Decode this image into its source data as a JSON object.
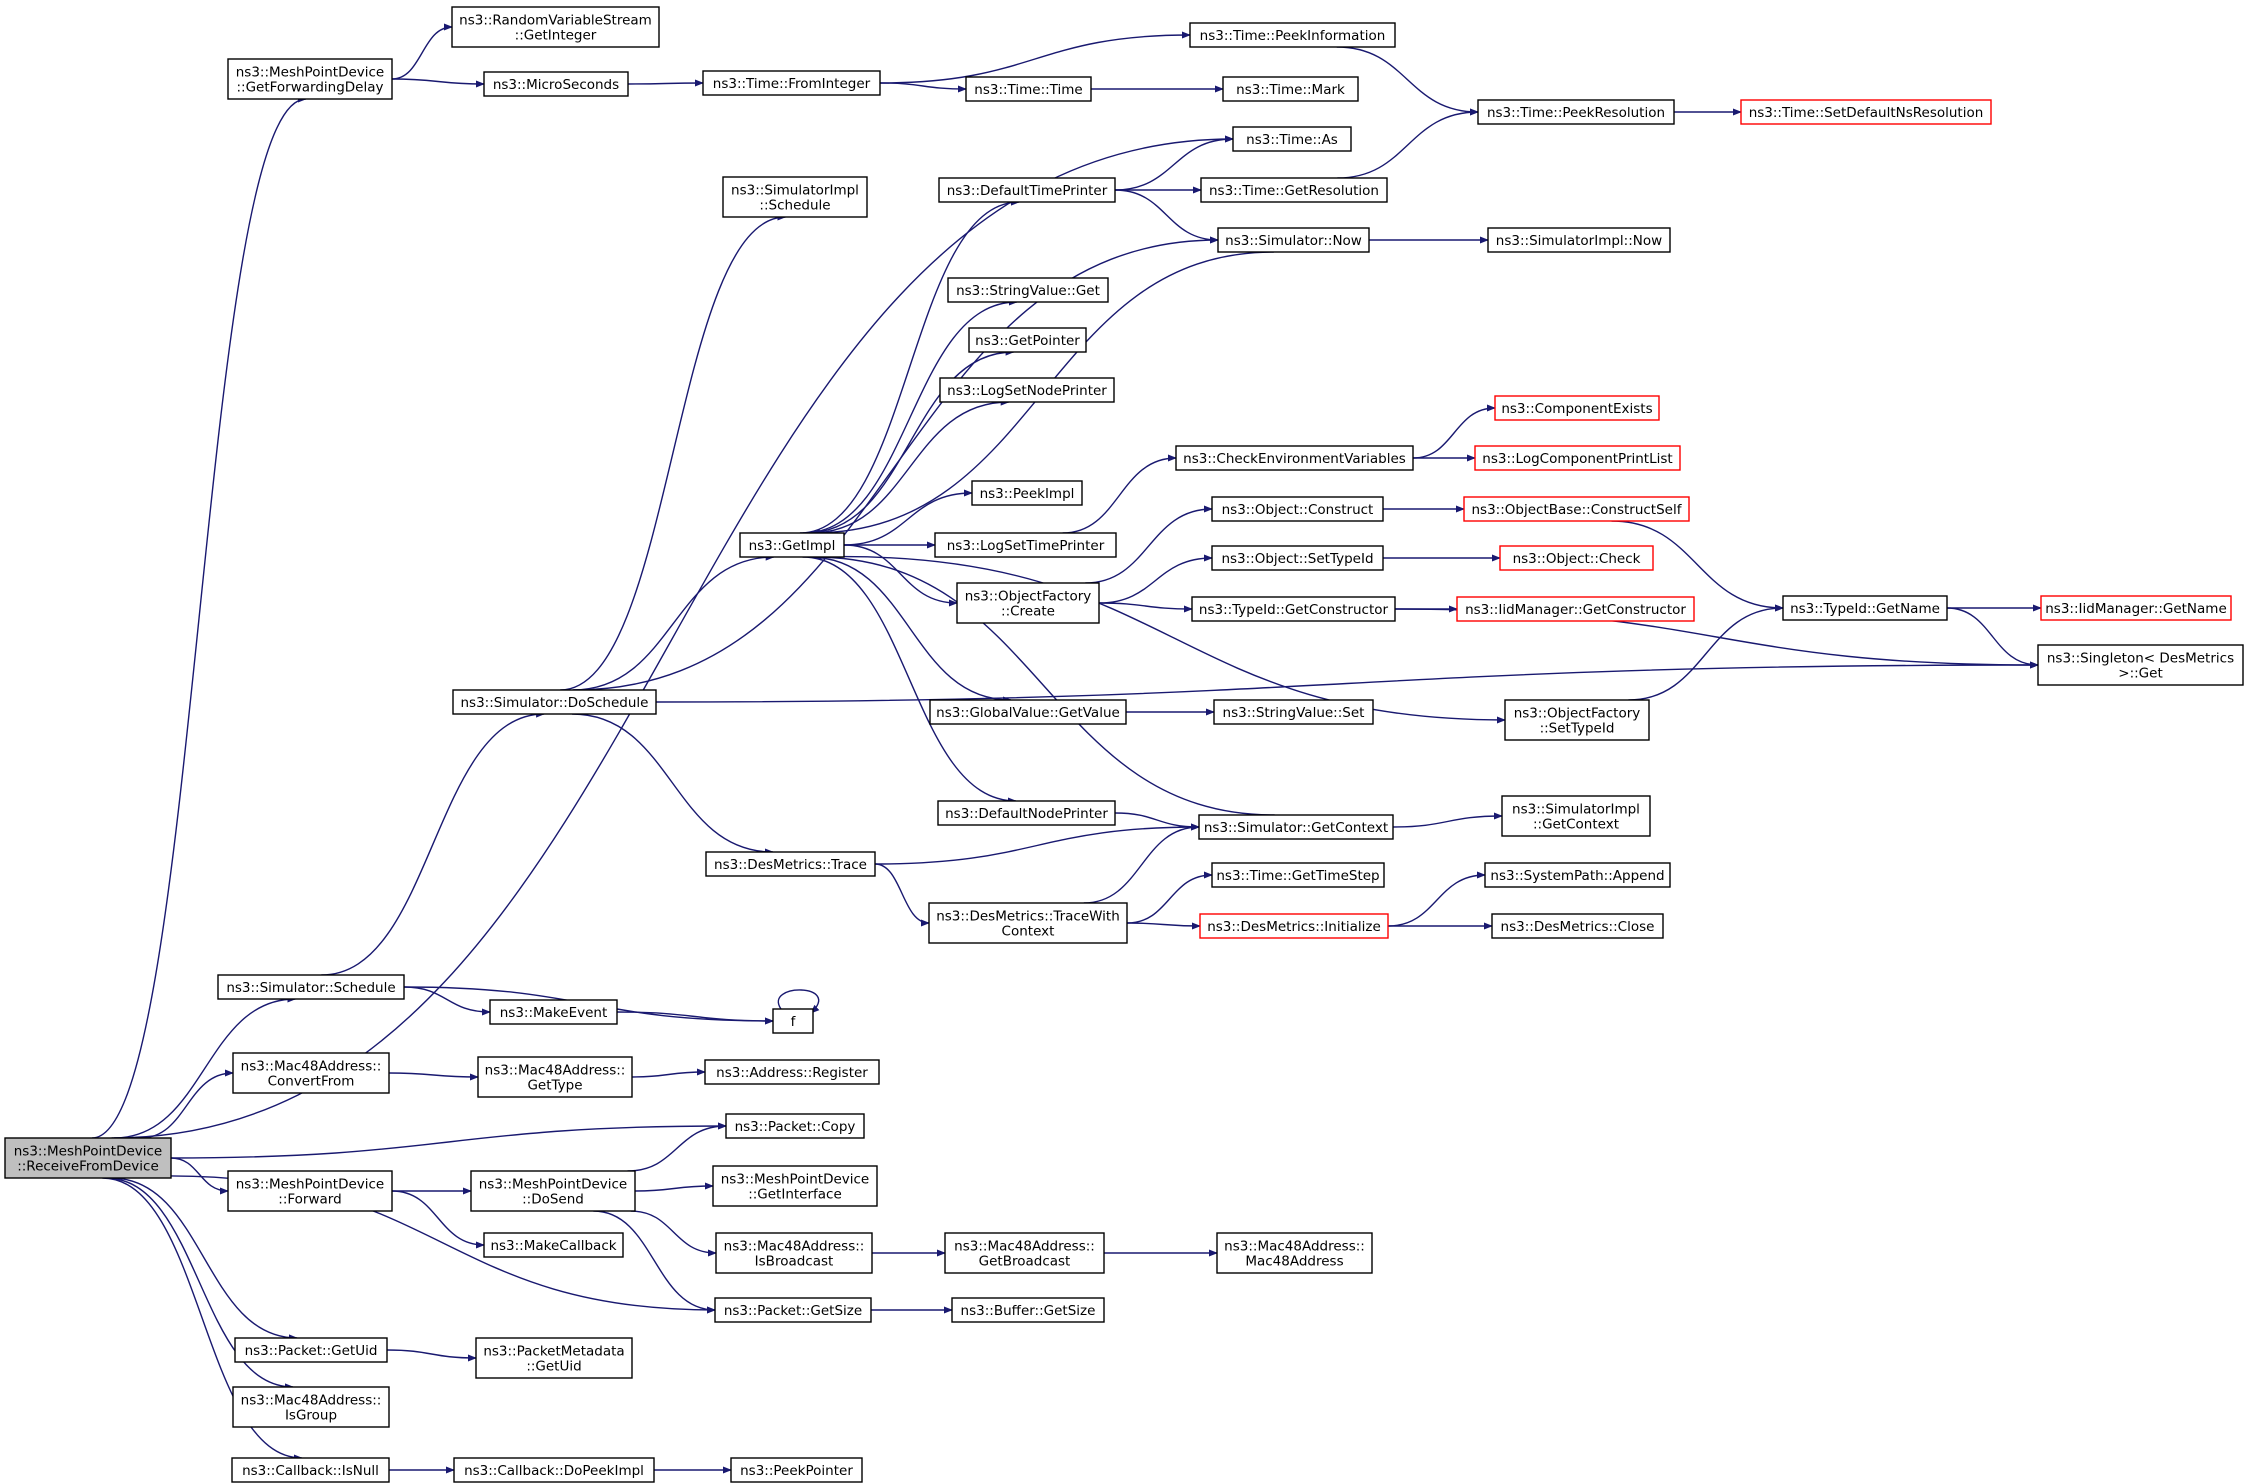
{
  "colors": {
    "edge": "#191970",
    "node_border": "#000000",
    "truncated_border": "#ff0000",
    "root_fill": "#bfbfbf",
    "background": "#ffffff"
  },
  "nodes": [
    {
      "id": "root",
      "label": [
        "ns3::MeshPointDevice",
        "::ReceiveFromDevice"
      ],
      "style": "root"
    },
    {
      "id": "getfwd",
      "label": [
        "ns3::MeshPointDevice",
        "::GetForwardingDelay"
      ]
    },
    {
      "id": "rvsgetint",
      "label": [
        "ns3::RandomVariableStream",
        "::GetInteger"
      ]
    },
    {
      "id": "micro",
      "label": [
        "ns3::MicroSeconds"
      ]
    },
    {
      "id": "frominteger",
      "label": [
        "ns3::Time::FromInteger"
      ]
    },
    {
      "id": "peekinfo",
      "label": [
        "ns3::Time::PeekInformation"
      ]
    },
    {
      "id": "timetime",
      "label": [
        "ns3::Time::Time"
      ]
    },
    {
      "id": "mark",
      "label": [
        "ns3::Time::Mark"
      ]
    },
    {
      "id": "peekres",
      "label": [
        "ns3::Time::PeekResolution"
      ]
    },
    {
      "id": "setdefres",
      "label": [
        "ns3::Time::SetDefaultNsResolution"
      ],
      "style": "red"
    },
    {
      "id": "timeas",
      "label": [
        "ns3::Time::As"
      ]
    },
    {
      "id": "simimplsched",
      "label": [
        "ns3::SimulatorImpl",
        "::Schedule"
      ]
    },
    {
      "id": "deftimeprinter",
      "label": [
        "ns3::DefaultTimePrinter"
      ]
    },
    {
      "id": "getres",
      "label": [
        "ns3::Time::GetResolution"
      ]
    },
    {
      "id": "simnow",
      "label": [
        "ns3::Simulator::Now"
      ]
    },
    {
      "id": "simimplnow",
      "label": [
        "ns3::SimulatorImpl::Now"
      ]
    },
    {
      "id": "strvalget",
      "label": [
        "ns3::StringValue::Get"
      ]
    },
    {
      "id": "getpointer",
      "label": [
        "ns3::GetPointer"
      ]
    },
    {
      "id": "logsetnode",
      "label": [
        "ns3::LogSetNodePrinter"
      ]
    },
    {
      "id": "compexists",
      "label": [
        "ns3::ComponentExists"
      ],
      "style": "red"
    },
    {
      "id": "checkenv",
      "label": [
        "ns3::CheckEnvironmentVariables"
      ]
    },
    {
      "id": "logcompprint",
      "label": [
        "ns3::LogComponentPrintList"
      ],
      "style": "red"
    },
    {
      "id": "peekimpl",
      "label": [
        "ns3::PeekImpl"
      ]
    },
    {
      "id": "objconstruct",
      "label": [
        "ns3::Object::Construct"
      ]
    },
    {
      "id": "objbaseconstruct",
      "label": [
        "ns3::ObjectBase::ConstructSelf"
      ],
      "style": "red"
    },
    {
      "id": "getimpl",
      "label": [
        "ns3::GetImpl"
      ]
    },
    {
      "id": "logsettime",
      "label": [
        "ns3::LogSetTimePrinter"
      ]
    },
    {
      "id": "objsettypeid",
      "label": [
        "ns3::Object::SetTypeId"
      ]
    },
    {
      "id": "objcheck",
      "label": [
        "ns3::Object::Check"
      ],
      "style": "red"
    },
    {
      "id": "objfactcreate",
      "label": [
        "ns3::ObjectFactory",
        "::Create"
      ]
    },
    {
      "id": "typeidgetctor",
      "label": [
        "ns3::TypeId::GetConstructor"
      ]
    },
    {
      "id": "iidgetctor",
      "label": [
        "ns3::IidManager::GetConstructor"
      ],
      "style": "red"
    },
    {
      "id": "typeidgetname",
      "label": [
        "ns3::TypeId::GetName"
      ]
    },
    {
      "id": "iidgetname",
      "label": [
        "ns3::IidManager::GetName"
      ],
      "style": "red"
    },
    {
      "id": "singleton",
      "label": [
        "ns3::Singleton< DesMetrics",
        " >::Get"
      ]
    },
    {
      "id": "dosched",
      "label": [
        "ns3::Simulator::DoSchedule"
      ]
    },
    {
      "id": "globalget",
      "label": [
        "ns3::GlobalValue::GetValue"
      ]
    },
    {
      "id": "strvalset",
      "label": [
        "ns3::StringValue::Set"
      ]
    },
    {
      "id": "objfactsettypeid",
      "label": [
        "ns3::ObjectFactory",
        "::SetTypeId"
      ]
    },
    {
      "id": "defnodeprinter",
      "label": [
        "ns3::DefaultNodePrinter"
      ]
    },
    {
      "id": "simgetctx",
      "label": [
        "ns3::Simulator::GetContext"
      ]
    },
    {
      "id": "simimplgetctx",
      "label": [
        "ns3::SimulatorImpl",
        "::GetContext"
      ]
    },
    {
      "id": "desmtrace",
      "label": [
        "ns3::DesMetrics::Trace"
      ]
    },
    {
      "id": "gettimestep",
      "label": [
        "ns3::Time::GetTimeStep"
      ]
    },
    {
      "id": "syspathappend",
      "label": [
        "ns3::SystemPath::Append"
      ]
    },
    {
      "id": "tracewithctx",
      "label": [
        "ns3::DesMetrics::TraceWith",
        "Context"
      ]
    },
    {
      "id": "desminit",
      "label": [
        "ns3::DesMetrics::Initialize"
      ],
      "style": "red"
    },
    {
      "id": "desmclose",
      "label": [
        "ns3::DesMetrics::Close"
      ]
    },
    {
      "id": "simschedule",
      "label": [
        "ns3::Simulator::Schedule"
      ]
    },
    {
      "id": "makeevent",
      "label": [
        "ns3::MakeEvent"
      ]
    },
    {
      "id": "f",
      "label": [
        "f"
      ]
    },
    {
      "id": "convfrom",
      "label": [
        "ns3::Mac48Address::",
        "ConvertFrom"
      ]
    },
    {
      "id": "mac48gettype",
      "label": [
        "ns3::Mac48Address::",
        "GetType"
      ]
    },
    {
      "id": "addrregister",
      "label": [
        "ns3::Address::Register"
      ]
    },
    {
      "id": "pktcopy",
      "label": [
        "ns3::Packet::Copy"
      ]
    },
    {
      "id": "mpdforward",
      "label": [
        "ns3::MeshPointDevice",
        "::Forward"
      ]
    },
    {
      "id": "mpddosend",
      "label": [
        "ns3::MeshPointDevice",
        "::DoSend"
      ]
    },
    {
      "id": "mpdgetiface",
      "label": [
        "ns3::MeshPointDevice",
        "::GetInterface"
      ]
    },
    {
      "id": "makecallback",
      "label": [
        "ns3::MakeCallback"
      ]
    },
    {
      "id": "isbroadcast",
      "label": [
        "ns3::Mac48Address::",
        "IsBroadcast"
      ]
    },
    {
      "id": "getbroadcast",
      "label": [
        "ns3::Mac48Address::",
        "GetBroadcast"
      ]
    },
    {
      "id": "mac48ctor",
      "label": [
        "ns3::Mac48Address::",
        "Mac48Address"
      ]
    },
    {
      "id": "pktgetsize",
      "label": [
        "ns3::Packet::GetSize"
      ]
    },
    {
      "id": "bufgetsize",
      "label": [
        "ns3::Buffer::GetSize"
      ]
    },
    {
      "id": "pktgetuid",
      "label": [
        "ns3::Packet::GetUid"
      ]
    },
    {
      "id": "pktmetagetuid",
      "label": [
        "ns3::PacketMetadata",
        "::GetUid"
      ]
    },
    {
      "id": "isgroup",
      "label": [
        "ns3::Mac48Address::",
        "IsGroup"
      ]
    },
    {
      "id": "cbisnull",
      "label": [
        "ns3::Callback::IsNull"
      ]
    },
    {
      "id": "cbdopeek",
      "label": [
        "ns3::Callback::DoPeekImpl"
      ]
    },
    {
      "id": "peekpointer",
      "label": [
        "ns3::PeekPointer"
      ]
    }
  ],
  "edges": [
    [
      "root",
      "getfwd"
    ],
    [
      "root",
      "timeas"
    ],
    [
      "root",
      "simschedule"
    ],
    [
      "root",
      "convfrom"
    ],
    [
      "root",
      "pktcopy"
    ],
    [
      "root",
      "mpdforward"
    ],
    [
      "root",
      "pktgetsize"
    ],
    [
      "root",
      "pktgetuid"
    ],
    [
      "root",
      "isgroup"
    ],
    [
      "root",
      "cbisnull"
    ],
    [
      "getfwd",
      "rvsgetint"
    ],
    [
      "getfwd",
      "micro"
    ],
    [
      "micro",
      "frominteger"
    ],
    [
      "frominteger",
      "peekinfo"
    ],
    [
      "frominteger",
      "timetime"
    ],
    [
      "timetime",
      "mark"
    ],
    [
      "peekinfo",
      "peekres"
    ],
    [
      "peekres",
      "setdefres"
    ],
    [
      "simschedule",
      "dosched"
    ],
    [
      "simschedule",
      "makeevent"
    ],
    [
      "simschedule",
      "f"
    ],
    [
      "makeevent",
      "f"
    ],
    [
      "f",
      "f"
    ],
    [
      "dosched",
      "simimplsched"
    ],
    [
      "dosched",
      "simnow"
    ],
    [
      "dosched",
      "getimpl"
    ],
    [
      "dosched",
      "desmtrace"
    ],
    [
      "dosched",
      "singleton"
    ],
    [
      "getimpl",
      "deftimeprinter"
    ],
    [
      "getimpl",
      "strvalget"
    ],
    [
      "getimpl",
      "getpointer"
    ],
    [
      "getimpl",
      "logsetnode"
    ],
    [
      "getimpl",
      "peekimpl"
    ],
    [
      "getimpl",
      "logsettime"
    ],
    [
      "getimpl",
      "objfactcreate"
    ],
    [
      "getimpl",
      "globalget"
    ],
    [
      "getimpl",
      "objfactsettypeid"
    ],
    [
      "getimpl",
      "defnodeprinter"
    ],
    [
      "simnow",
      "getimpl"
    ],
    [
      "simnow",
      "simimplnow"
    ],
    [
      "simgetctx",
      "getimpl"
    ],
    [
      "simgetctx",
      "simimplgetctx"
    ],
    [
      "deftimeprinter",
      "timeas"
    ],
    [
      "deftimeprinter",
      "getres"
    ],
    [
      "deftimeprinter",
      "simnow"
    ],
    [
      "getres",
      "peekres"
    ],
    [
      "logsettime",
      "checkenv"
    ],
    [
      "checkenv",
      "compexists"
    ],
    [
      "checkenv",
      "logcompprint"
    ],
    [
      "objfactcreate",
      "objconstruct"
    ],
    [
      "objfactcreate",
      "objsettypeid"
    ],
    [
      "objfactcreate",
      "typeidgetctor"
    ],
    [
      "objconstruct",
      "objbaseconstruct"
    ],
    [
      "objsettypeid",
      "objcheck"
    ],
    [
      "typeidgetctor",
      "iidgetctor"
    ],
    [
      "typeidgetctor",
      "singleton"
    ],
    [
      "objbaseconstruct",
      "typeidgetname"
    ],
    [
      "objfactsettypeid",
      "typeidgetname"
    ],
    [
      "typeidgetname",
      "iidgetname"
    ],
    [
      "typeidgetname",
      "singleton"
    ],
    [
      "globalget",
      "strvalset"
    ],
    [
      "defnodeprinter",
      "simgetctx"
    ],
    [
      "desmtrace",
      "simgetctx"
    ],
    [
      "desmtrace",
      "tracewithctx"
    ],
    [
      "tracewithctx",
      "simgetctx"
    ],
    [
      "tracewithctx",
      "gettimestep"
    ],
    [
      "tracewithctx",
      "desminit"
    ],
    [
      "desminit",
      "syspathappend"
    ],
    [
      "desminit",
      "desmclose"
    ],
    [
      "convfrom",
      "mac48gettype"
    ],
    [
      "mac48gettype",
      "addrregister"
    ],
    [
      "mpdforward",
      "mpddosend"
    ],
    [
      "mpdforward",
      "makecallback"
    ],
    [
      "mpddosend",
      "pktcopy"
    ],
    [
      "mpddosend",
      "mpdgetiface"
    ],
    [
      "mpddosend",
      "isbroadcast"
    ],
    [
      "mpddosend",
      "pktgetsize"
    ],
    [
      "isbroadcast",
      "getbroadcast"
    ],
    [
      "getbroadcast",
      "mac48ctor"
    ],
    [
      "pktgetsize",
      "bufgetsize"
    ],
    [
      "pktgetuid",
      "pktmetagetuid"
    ],
    [
      "cbisnull",
      "cbdopeek"
    ],
    [
      "cbdopeek",
      "peekpointer"
    ]
  ]
}
